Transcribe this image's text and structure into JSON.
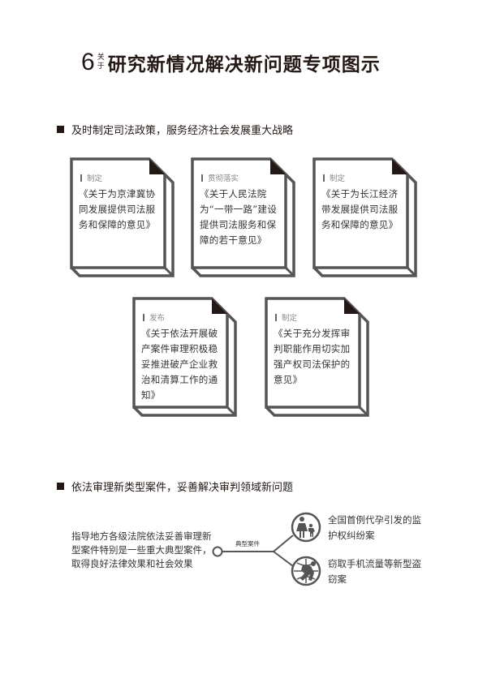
{
  "title": {
    "number": "6",
    "small": "关于",
    "main": "研究新情况解决新问题专项图示"
  },
  "section1": {
    "heading": "及时制定司法政策，服务经济社会发展重大战略",
    "cards": [
      {
        "tag": "制定",
        "text": "《关于为京津冀协同发展提供司法服务和保障的意见》"
      },
      {
        "tag": "贯彻落实",
        "text": "《关于人民法院为“一带一路”建设提供司法服务和保障的若干意见》"
      },
      {
        "tag": "制定",
        "text": "《关于为长江经济带发展提供司法服务和保障的意见》"
      },
      {
        "tag": "发布",
        "text": "《关于依法开展破产案件审理积极稳妥推进破产企业救治和清算工作的通知》"
      },
      {
        "tag": "制定",
        "text": "《关于充分发挥审判职能作用切实加强产权司法保护的意见》"
      }
    ]
  },
  "section2": {
    "heading": "依法审理新类型案件，妥善解决审判领域新问题",
    "body": "指导地方各级法院依法妥善审理新型案件特别是一些重大典型案件，取得良好法律效果和社会效果",
    "branch_label": "典型案件",
    "cases": [
      {
        "icon": "mother-child-icon",
        "text": "全国首例代孕引发的监护权纠纷案"
      },
      {
        "icon": "globe-thief-icon",
        "text": "窃取手机流量等新型盗窃案"
      }
    ]
  },
  "colors": {
    "ink": "#231815",
    "line": "#555555"
  }
}
